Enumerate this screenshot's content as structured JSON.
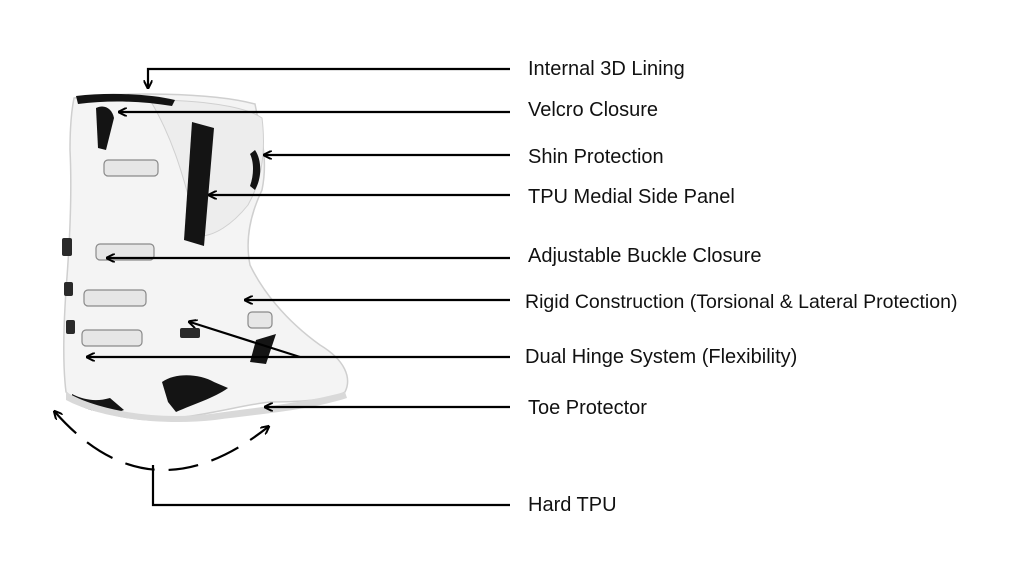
{
  "diagram": {
    "labels": [
      "Internal 3D Lining",
      "Velcro Closure",
      "Shin Protection",
      "TPU Medial Side Panel",
      "Adjustable Buckle Closure",
      "Rigid Construction (Torsional & Lateral Protection)",
      "Dual Hinge System (Flexibility)",
      "Toe Protector",
      "Hard TPU"
    ]
  },
  "colors": {
    "line": "#000000",
    "text": "#111111",
    "boot_white": "#f4f4f4",
    "boot_shade": "#d9d9d9",
    "boot_black": "#141414"
  }
}
